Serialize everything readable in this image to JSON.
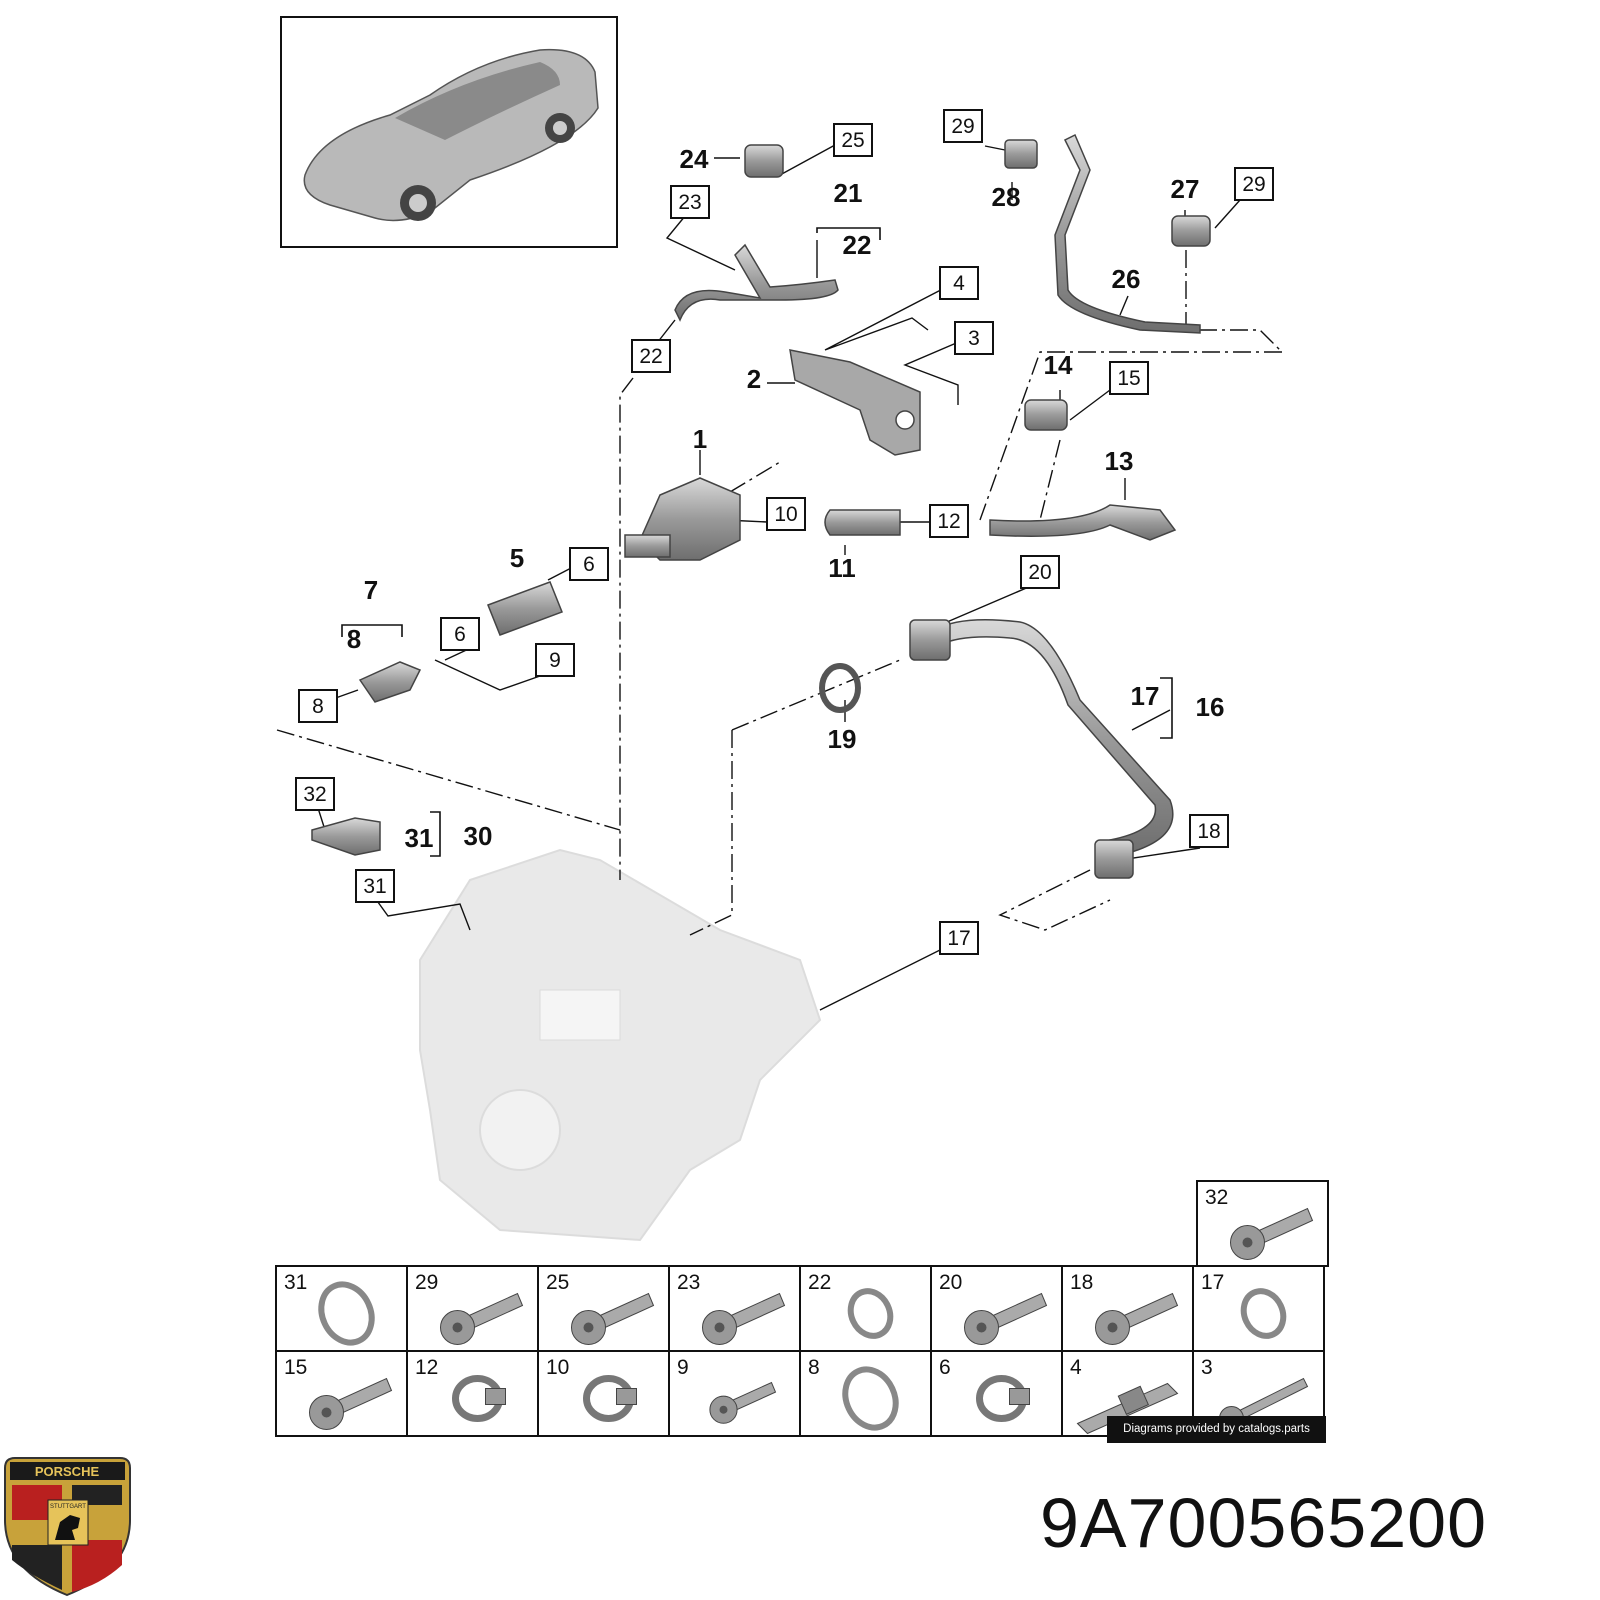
{
  "part_number": "9A700565200",
  "credit": "Diagrams provided by catalogs.parts",
  "logo": {
    "brand": "PORSCHE",
    "city": "STUTTGART",
    "icon": "porsche-crest-icon"
  },
  "callouts_boxed": [
    "25",
    "23",
    "22",
    "4",
    "3",
    "10",
    "12",
    "6",
    "6",
    "9",
    "8",
    "29",
    "29",
    "15",
    "20",
    "18",
    "17",
    "32",
    "31"
  ],
  "callouts_bold": [
    "24",
    "21",
    "22",
    "28",
    "27",
    "26",
    "2",
    "1",
    "14",
    "13",
    "11",
    "5",
    "7",
    "8",
    "17",
    "16",
    "19",
    "31",
    "30"
  ],
  "legend_cells": [
    {
      "num": "32",
      "icon": "flange-bolt-icon"
    },
    {
      "num": "31",
      "icon": "seal-ring-icon"
    },
    {
      "num": "29",
      "icon": "flange-bolt-icon"
    },
    {
      "num": "25",
      "icon": "torx-bolt-icon"
    },
    {
      "num": "23",
      "icon": "flange-bolt-icon"
    },
    {
      "num": "22",
      "icon": "o-ring-icon"
    },
    {
      "num": "20",
      "icon": "flange-bolt-icon"
    },
    {
      "num": "18",
      "icon": "flange-bolt-icon"
    },
    {
      "num": "17",
      "icon": "o-ring-icon"
    },
    {
      "num": "15",
      "icon": "torx-bolt-icon"
    },
    {
      "num": "12",
      "icon": "hose-clamp-icon"
    },
    {
      "num": "10",
      "icon": "hose-clamp-icon"
    },
    {
      "num": "9",
      "icon": "small-bolt-icon"
    },
    {
      "num": "8",
      "icon": "seal-ring-icon"
    },
    {
      "num": "6",
      "icon": "hose-clamp-icon"
    },
    {
      "num": "4",
      "icon": "stud-bolt-icon"
    },
    {
      "num": "3",
      "icon": "self-tapping-screw-icon"
    }
  ]
}
